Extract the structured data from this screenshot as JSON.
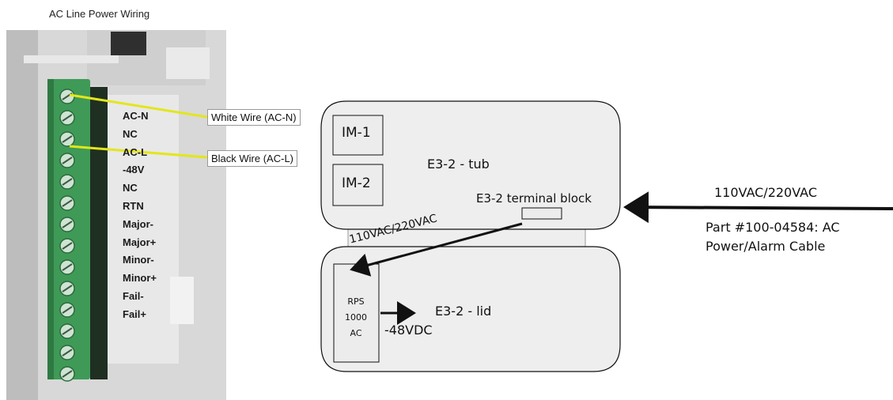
{
  "photo": {
    "title": "AC Line Power Wiring",
    "terminal_labels": [
      "AC-N",
      "NC",
      "AC-L",
      "-48V",
      "NC",
      "RTN",
      "Major-",
      "Major+",
      "Minor-",
      "Minor+",
      "Fail-",
      "Fail+"
    ],
    "white_wire_label": "White Wire (AC-N)",
    "black_wire_label": "Black Wire (AC-L)"
  },
  "diagram": {
    "im1": "IM-1",
    "im2": "IM-2",
    "tub_label": "E3-2 - tub",
    "terminal_block_label": "E3-2 terminal block",
    "diag_voltage_label": "110VAC/220VAC",
    "rps_lines": [
      "RPS",
      "1000",
      "AC"
    ],
    "lid_label": "E3-2 - lid",
    "dc_label": "-48VDC",
    "input_voltage_label": "110VAC/220VAC",
    "cable_line1": "Part #100-04584: AC",
    "cable_line2": "Power/Alarm Cable"
  },
  "colors": {
    "terminal_green": "#3f9a57",
    "wire_yellow": "#e3e61a",
    "box_fill": "#eeeeee",
    "housing": "#dcdcdc"
  }
}
